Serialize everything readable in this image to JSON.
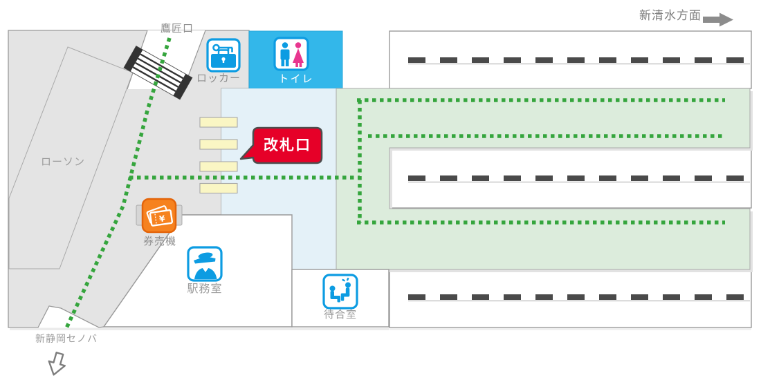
{
  "direction_sign": {
    "label": "新清水方面"
  },
  "entrances": {
    "takajo": {
      "label": "鷹匠口"
    },
    "cenova": {
      "label": "新静岡セノバ"
    }
  },
  "facilities": {
    "lawson": {
      "label": "ローソン"
    },
    "locker": {
      "label": "ロッカー",
      "icon": "locker-key-icon"
    },
    "toilet": {
      "label": "トイレ",
      "icon": "toilet-icon"
    },
    "ticket_gate": {
      "label": "改札口"
    },
    "ticket_machine": {
      "label": "券売機",
      "icon": "ticket-icon",
      "currency_symbol": "¥"
    },
    "station_office": {
      "label": "駅務室",
      "icon": "station-staff-icon"
    },
    "waiting_room": {
      "label": "待合室",
      "icon": "waiting-bench-icon"
    }
  },
  "colors": {
    "floor_gray": "#e4e4e4",
    "inside_gate_blue": "#e4f1f8",
    "platform_green": "#dcecdc",
    "toilet_cyan": "#33b7ea",
    "path_green": "#35a53d",
    "gate_yellow": "#faf6c4",
    "gate_sign_red": "#e60028",
    "icon_blue": "#0d9ce2",
    "icon_pink": "#e8368f",
    "icon_orange": "#f6821f",
    "track_dark": "#4a4a4a"
  }
}
